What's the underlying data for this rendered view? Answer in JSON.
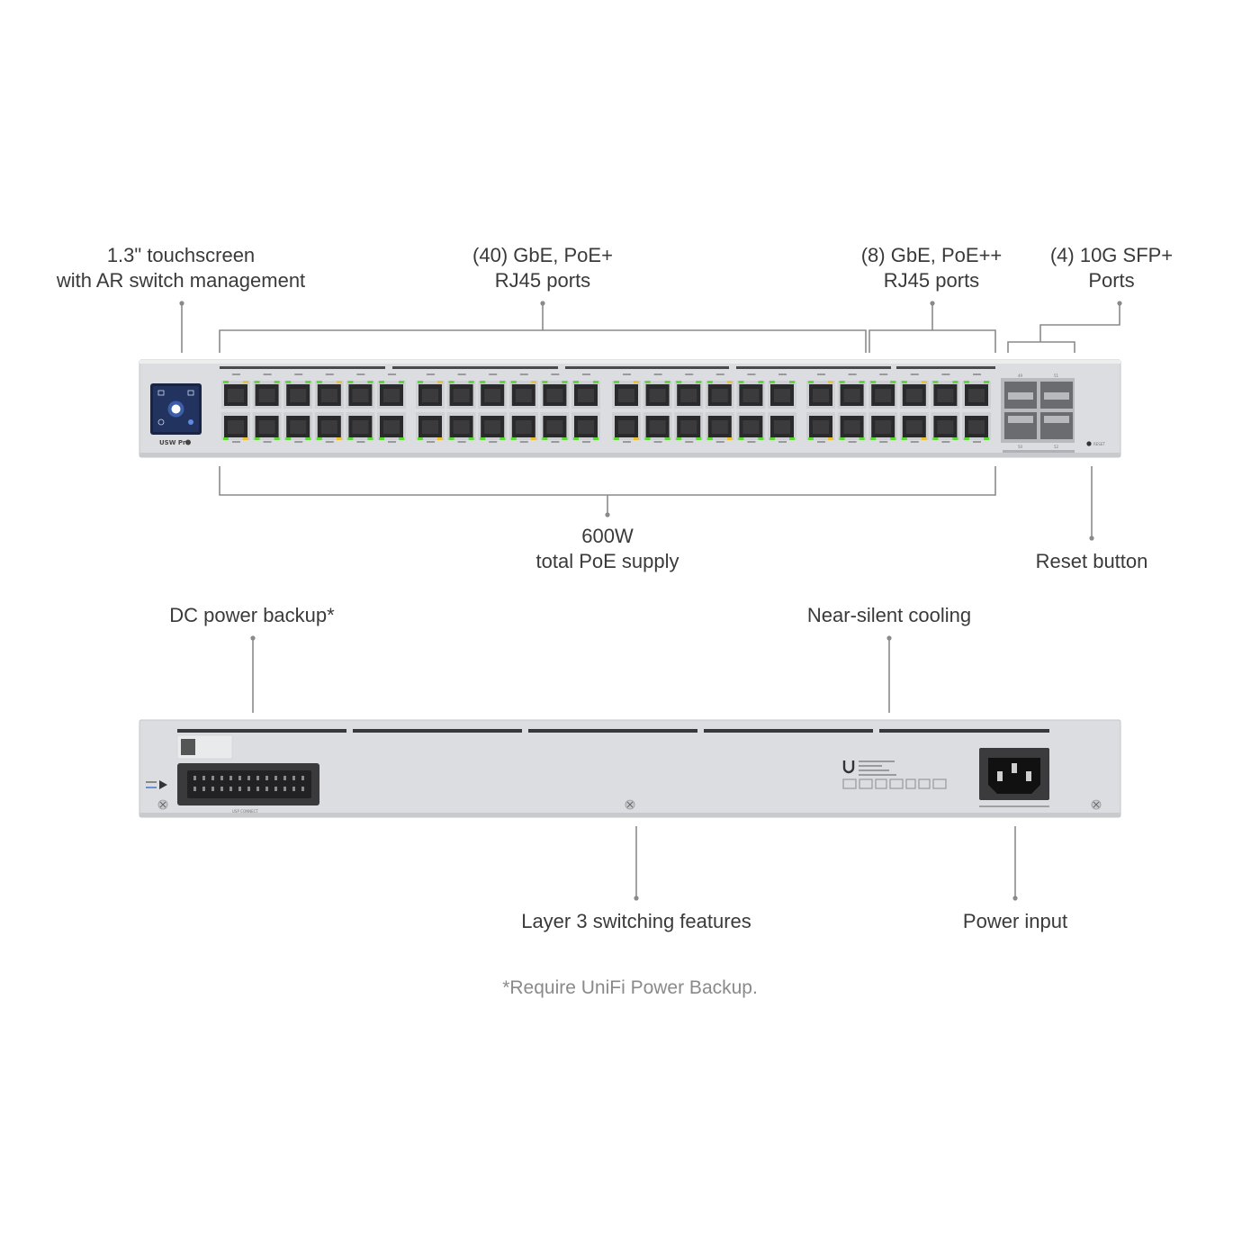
{
  "callouts": {
    "touchscreen": [
      "1.3\" touchscreen",
      "with AR switch management"
    ],
    "poe_plus": [
      "(40) GbE, PoE+",
      "RJ45 ports"
    ],
    "poe_plusplus": [
      "(8) GbE, PoE++",
      "RJ45 ports"
    ],
    "sfp": [
      "(4) 10G SFP+",
      "Ports"
    ],
    "poe_supply": [
      "600W",
      "total PoE supply"
    ],
    "reset": [
      "Reset button"
    ],
    "dc_backup": [
      "DC power backup*"
    ],
    "cooling": [
      "Near-silent cooling"
    ],
    "layer3": [
      "Layer 3 switching features"
    ],
    "power_input": [
      "Power input"
    ]
  },
  "footnote": "*Require UniFi Power Backup.",
  "device_front": {
    "model_label": "USW Pro",
    "reset_label": "RESET",
    "sfp_labels": [
      "49",
      "51",
      "50",
      "52"
    ],
    "rj45_port_count": 48,
    "sfp_port_count": 4
  },
  "device_rear": {
    "connector_label": "USP CONNECT"
  },
  "colors": {
    "chassis": "#d8d9dc",
    "chassis_edge": "#c4c5c8",
    "led_green": "#5fd63a",
    "led_amber": "#e8c23a",
    "port_dark": "#2a2a2c",
    "line": "#8a8a8a",
    "screen": "#1c2a52"
  }
}
